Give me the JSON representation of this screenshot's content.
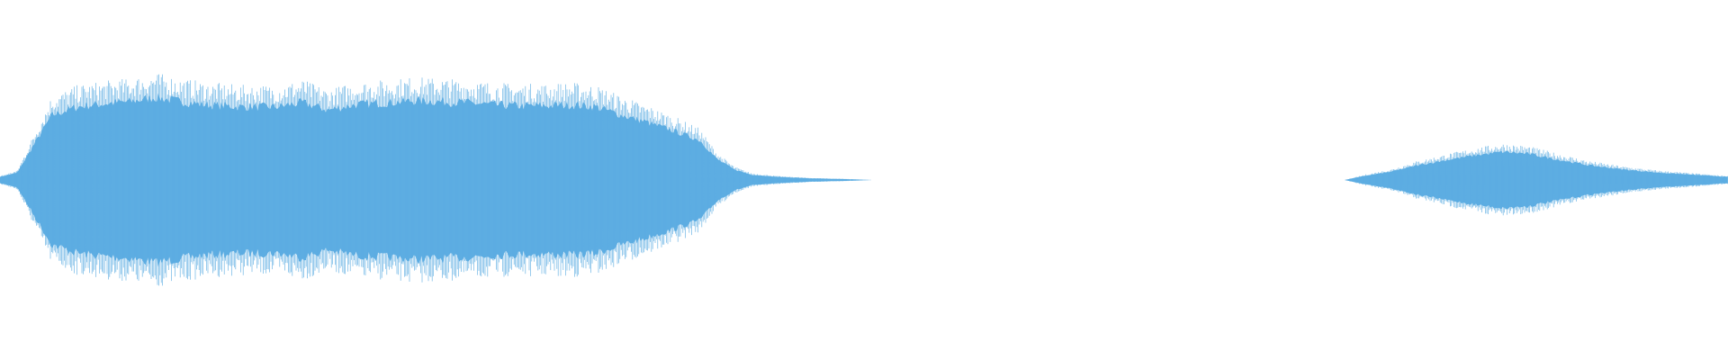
{
  "waveform": {
    "color": "#5dade2",
    "background": "#ffffff",
    "segments": [
      {
        "name": "segment-1",
        "start_fraction": 0.0,
        "end_fraction": 0.505,
        "envelope": [
          [
            0.0,
            0.03
          ],
          [
            0.01,
            0.07
          ],
          [
            0.02,
            0.35
          ],
          [
            0.03,
            0.62
          ],
          [
            0.045,
            0.7
          ],
          [
            0.06,
            0.73
          ],
          [
            0.075,
            0.75
          ],
          [
            0.09,
            0.79
          ],
          [
            0.105,
            0.75
          ],
          [
            0.12,
            0.72
          ],
          [
            0.14,
            0.7
          ],
          [
            0.16,
            0.7
          ],
          [
            0.175,
            0.74
          ],
          [
            0.19,
            0.67
          ],
          [
            0.205,
            0.72
          ],
          [
            0.225,
            0.74
          ],
          [
            0.24,
            0.76
          ],
          [
            0.255,
            0.75
          ],
          [
            0.27,
            0.74
          ],
          [
            0.285,
            0.72
          ],
          [
            0.3,
            0.71
          ],
          [
            0.315,
            0.71
          ],
          [
            0.33,
            0.72
          ],
          [
            0.345,
            0.7
          ],
          [
            0.36,
            0.62
          ],
          [
            0.375,
            0.55
          ],
          [
            0.39,
            0.47
          ],
          [
            0.405,
            0.38
          ],
          [
            0.415,
            0.2
          ],
          [
            0.425,
            0.1
          ],
          [
            0.435,
            0.05
          ],
          [
            0.45,
            0.03
          ],
          [
            0.47,
            0.015
          ],
          [
            0.49,
            0.008
          ],
          [
            0.505,
            0.0
          ]
        ]
      },
      {
        "name": "segment-2",
        "start_fraction": 0.778,
        "end_fraction": 1.0,
        "envelope": [
          [
            0.778,
            0.0
          ],
          [
            0.79,
            0.04
          ],
          [
            0.805,
            0.08
          ],
          [
            0.82,
            0.14
          ],
          [
            0.84,
            0.2
          ],
          [
            0.855,
            0.24
          ],
          [
            0.87,
            0.27
          ],
          [
            0.885,
            0.25
          ],
          [
            0.9,
            0.2
          ],
          [
            0.92,
            0.14
          ],
          [
            0.94,
            0.1
          ],
          [
            0.96,
            0.07
          ],
          [
            0.98,
            0.05
          ],
          [
            1.0,
            0.03
          ]
        ]
      }
    ]
  }
}
